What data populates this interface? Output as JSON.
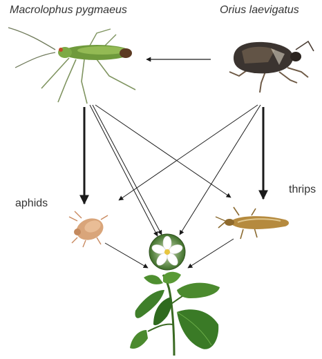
{
  "organisms": {
    "predator_1": {
      "label": "Macrolophus pygmaeus",
      "icon": "green-mirid-bug-icon"
    },
    "predator_2": {
      "label": "Orius laevigatus",
      "icon": "dark-pirate-bug-icon"
    },
    "prey_1": {
      "label": "aphids",
      "icon": "aphid-icon"
    },
    "prey_2": {
      "label": "thrips",
      "icon": "thrips-icon"
    },
    "flower": {
      "icon": "white-flower-icon"
    },
    "plant": {
      "icon": "pepper-plant-icon"
    }
  },
  "interactions": [
    {
      "from": "Orius laevigatus",
      "to": "Macrolophus pygmaeus",
      "weight": "thin"
    },
    {
      "from": "Macrolophus pygmaeus",
      "to": "aphids",
      "weight": "bold"
    },
    {
      "from": "Macrolophus pygmaeus",
      "to": "flower",
      "weight": "thin"
    },
    {
      "from": "Macrolophus pygmaeus",
      "to": "flower",
      "weight": "thin"
    },
    {
      "from": "Macrolophus pygmaeus",
      "to": "thrips",
      "weight": "thin"
    },
    {
      "from": "Orius laevigatus",
      "to": "thrips",
      "weight": "bold"
    },
    {
      "from": "Orius laevigatus",
      "to": "aphids",
      "weight": "thin"
    },
    {
      "from": "Orius laevigatus",
      "to": "flower",
      "weight": "thin"
    },
    {
      "from": "aphids",
      "to": "plant",
      "weight": "thin"
    },
    {
      "from": "thrips",
      "to": "plant",
      "weight": "thin"
    }
  ],
  "colors": {
    "label_text": "#333333",
    "arrow": "#1a1a1a",
    "mirid_body": "#6f9a3c",
    "orius_body": "#3b3430",
    "aphid_body": "#d9a57a",
    "thrips_body": "#b58a3e",
    "leaf": "#3f7f2a"
  }
}
